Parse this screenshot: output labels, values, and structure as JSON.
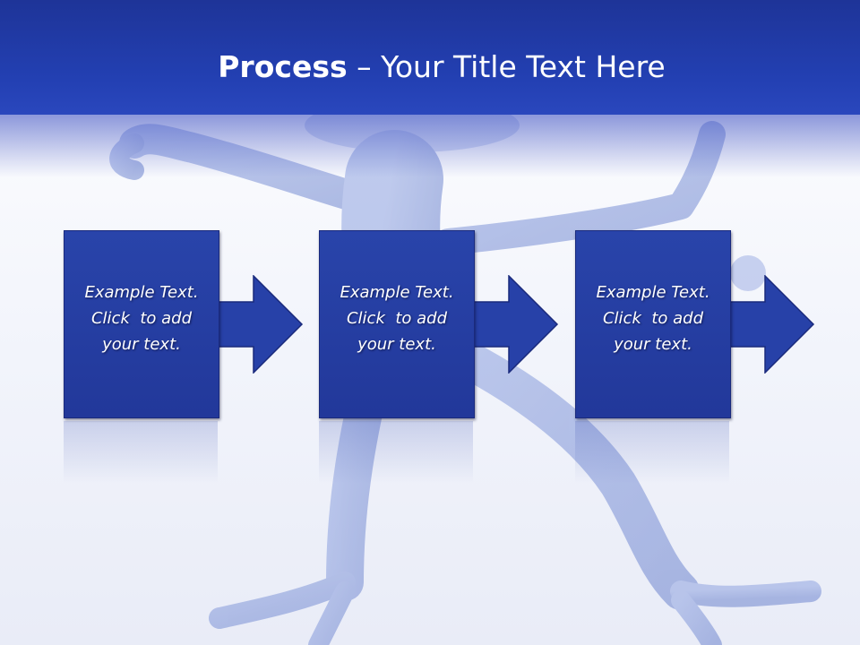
{
  "slide": {
    "title_bold": "Process",
    "title_rest": " – Your Title Text Here"
  },
  "steps": [
    {
      "line1": "Example Text.",
      "line2": "Click  to add",
      "line3": "your text."
    },
    {
      "line1": "Example Text.",
      "line2": "Click  to add",
      "line3": "your text."
    },
    {
      "line1": "Example Text.",
      "line2": "Click  to add",
      "line3": "your text."
    }
  ],
  "colors": {
    "header": "#2340b3",
    "box": "#2944aa",
    "figure": "#7f95d8"
  },
  "icons": {
    "arrow": "right-arrow-icon",
    "figure": "stick-figure-illustration"
  }
}
